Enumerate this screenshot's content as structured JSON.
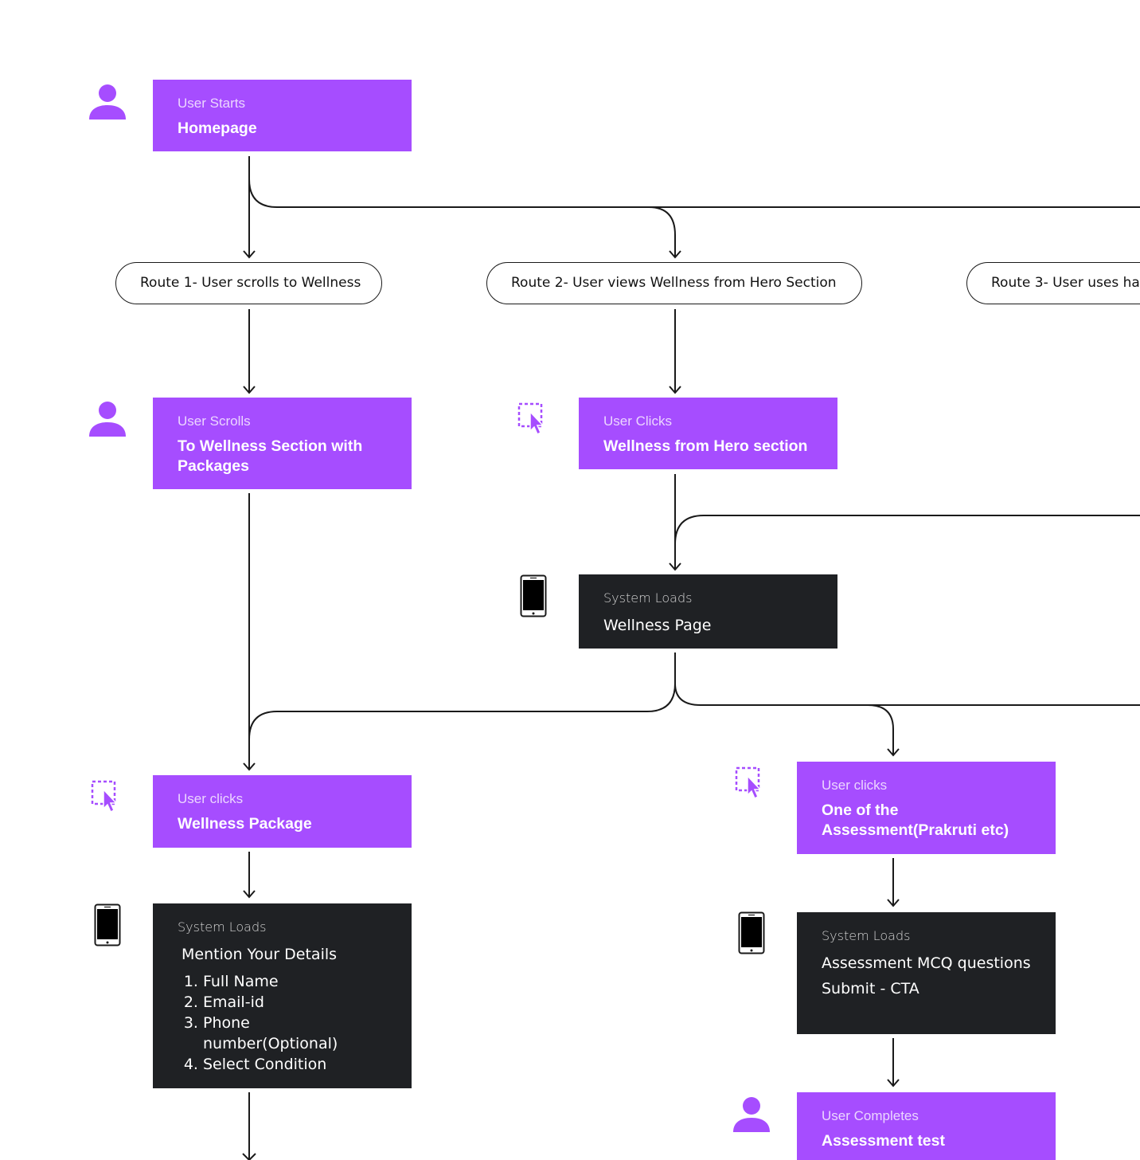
{
  "nodes": {
    "homepage": {
      "actor": "User Starts",
      "title": "Homepage"
    },
    "scrolls": {
      "actor": "User Scrolls",
      "title": "To Wellness Section with Packages"
    },
    "hero_clicks": {
      "actor": "User Clicks",
      "title": "Wellness from Hero section"
    },
    "wellness_page": {
      "actor": "System Loads",
      "title": "Wellness Page"
    },
    "package_clicks": {
      "actor": "User clicks",
      "title": "Wellness Package"
    },
    "assessment_clicks": {
      "actor": "User clicks",
      "title": "One of the Assessment(Prakruti etc)"
    },
    "details_form": {
      "actor": "System Loads",
      "title": "Mention Your Details",
      "items": [
        "Full Name",
        "Email-id",
        "Phone number(Optional)",
        "Select Condition"
      ]
    },
    "mcq": {
      "actor": "System Loads",
      "title": "Assessment MCQ questions",
      "cta": "Submit - CTA"
    },
    "completes": {
      "actor": "User Completes",
      "title": "Assessment test"
    }
  },
  "routes": {
    "r1": "Route 1- User scrolls to Wellness",
    "r2": "Route 2- User views Wellness from Hero Section",
    "r3": "Route 3- User uses ha"
  },
  "icons": {
    "user": "user-icon",
    "cursor": "cursor-click-icon",
    "phone": "mobile-phone-icon"
  },
  "colors": {
    "user_step": "#a64dff",
    "system_step": "#1f2124",
    "connector": "#1a1a1a"
  }
}
